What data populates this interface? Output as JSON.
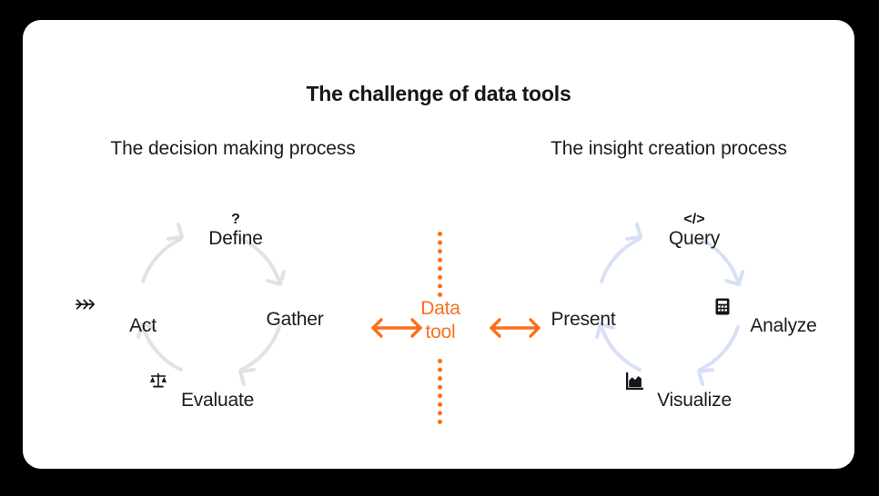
{
  "theme": {
    "background": "#000000",
    "card_background": "#FFFFFF",
    "text_color": "#1b1b20",
    "accent_orange": "#F9701E",
    "left_arrow_color": "#E2E2E2",
    "right_arrow_color": "#D8E0F7"
  },
  "title": "The challenge of data tools",
  "left_process": {
    "subtitle": "The decision making process",
    "nodes": [
      {
        "label": "Define",
        "icon": "?",
        "icon_name": "question-mark-icon"
      },
      {
        "label": "Gather",
        "icon": "",
        "icon_name": ""
      },
      {
        "label": "Evaluate",
        "icon": "⚖",
        "icon_name": "balance-scales-icon"
      },
      {
        "label": "Act",
        "icon": "↠",
        "icon_name": "fast-forward-arrow-icon"
      }
    ]
  },
  "right_process": {
    "subtitle": "The insight creation process",
    "nodes": [
      {
        "label": "Query",
        "icon": "</>",
        "icon_name": "code-brackets-icon"
      },
      {
        "label": "Analyze",
        "icon": "὚9",
        "icon_name": "calculator-icon"
      },
      {
        "label": "Visualize",
        "icon": "Ὄ8",
        "icon_name": "bar-chart-icon"
      },
      {
        "label": "Present",
        "icon": "",
        "icon_name": ""
      }
    ]
  },
  "center": {
    "label_line1": "Data",
    "label_line2": "tool",
    "left_arrow": "↔",
    "right_arrow": "↔"
  }
}
